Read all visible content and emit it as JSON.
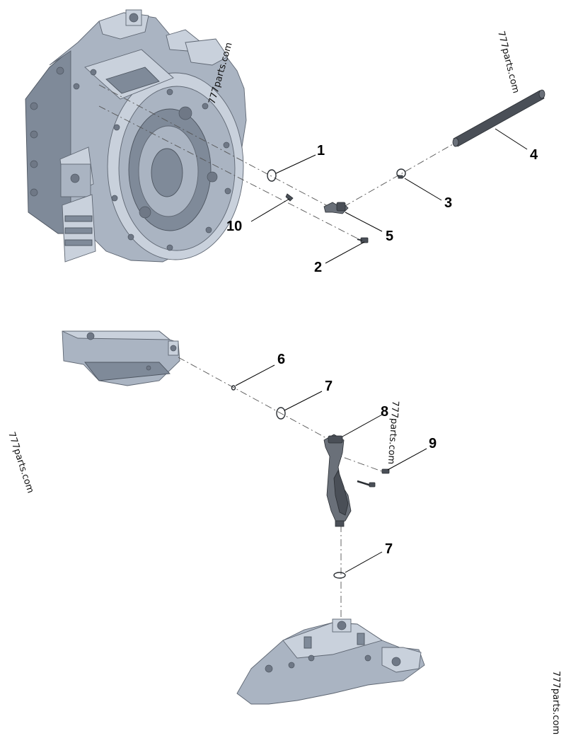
{
  "callouts": [
    {
      "id": "1",
      "label": "1"
    },
    {
      "id": "2",
      "label": "2"
    },
    {
      "id": "3",
      "label": "3"
    },
    {
      "id": "4",
      "label": "4"
    },
    {
      "id": "5",
      "label": "5"
    },
    {
      "id": "6",
      "label": "6"
    },
    {
      "id": "7a",
      "label": "7"
    },
    {
      "id": "7b",
      "label": "7"
    },
    {
      "id": "8",
      "label": "8"
    },
    {
      "id": "9",
      "label": "9"
    },
    {
      "id": "10",
      "label": "10"
    }
  ],
  "watermark": "777parts.com",
  "colors": {
    "housing": "#aab4c2",
    "parts": "#4a4f57",
    "lines": "#000000"
  }
}
